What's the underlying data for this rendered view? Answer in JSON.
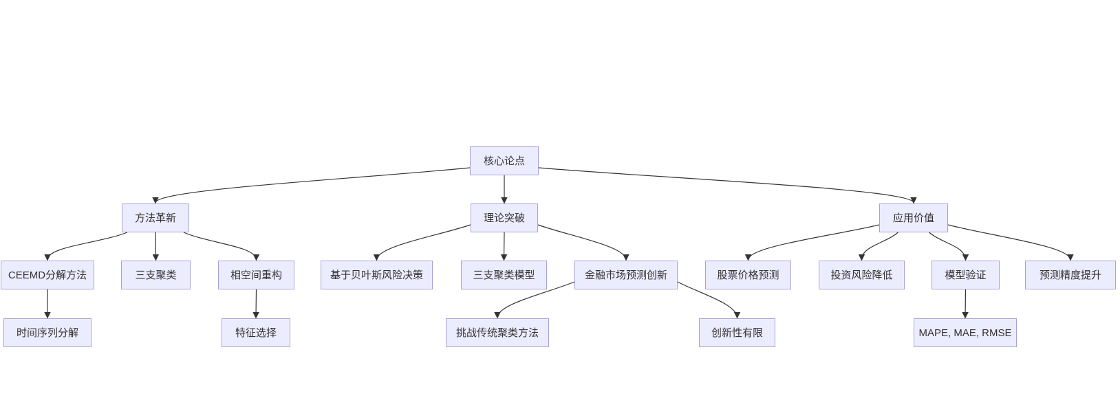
{
  "diagram": {
    "type": "flowchart",
    "background": "#ffffff",
    "node_fill": "#ECECFF",
    "node_border": "#A7A2D6",
    "edge_color": "#333333",
    "text_color": "#333333",
    "nodes": [
      {
        "id": "core",
        "label": "核心论点",
        "level": 1
      },
      {
        "id": "method",
        "label": "方法革新",
        "level": 2
      },
      {
        "id": "theory",
        "label": "理论突破",
        "level": 2
      },
      {
        "id": "value",
        "label": "应用价值",
        "level": 2
      },
      {
        "id": "ceemd",
        "label": "CEEMD分解方法",
        "level": 3
      },
      {
        "id": "three_way",
        "label": "三支聚类",
        "level": 3
      },
      {
        "id": "phase",
        "label": "相空间重构",
        "level": 3
      },
      {
        "id": "bayes",
        "label": "基于贝叶斯风险决策",
        "level": 3
      },
      {
        "id": "twc_model",
        "label": "三支聚类模型",
        "level": 3
      },
      {
        "id": "fin_innov",
        "label": "金融市场预测创新",
        "level": 3
      },
      {
        "id": "stock",
        "label": "股票价格预测",
        "level": 3
      },
      {
        "id": "risk",
        "label": "投资风险降低",
        "level": 3
      },
      {
        "id": "validation",
        "label": "模型验证",
        "level": 3
      },
      {
        "id": "precision",
        "label": "预测精度提升",
        "level": 3
      },
      {
        "id": "ts_decomp",
        "label": "时间序列分解",
        "level": 4
      },
      {
        "id": "feature",
        "label": "特征选择",
        "level": 4
      },
      {
        "id": "challenge",
        "label": "挑战传统聚类方法",
        "level": 4
      },
      {
        "id": "limited",
        "label": "创新性有限",
        "level": 4
      },
      {
        "id": "metrics",
        "label": "MAPE, MAE, RMSE",
        "level": 4
      }
    ],
    "edges": [
      {
        "from": "core",
        "to": "method"
      },
      {
        "from": "core",
        "to": "theory"
      },
      {
        "from": "core",
        "to": "value"
      },
      {
        "from": "method",
        "to": "ceemd"
      },
      {
        "from": "method",
        "to": "three_way"
      },
      {
        "from": "method",
        "to": "phase"
      },
      {
        "from": "theory",
        "to": "bayes"
      },
      {
        "from": "theory",
        "to": "twc_model"
      },
      {
        "from": "theory",
        "to": "fin_innov"
      },
      {
        "from": "value",
        "to": "stock"
      },
      {
        "from": "value",
        "to": "risk"
      },
      {
        "from": "value",
        "to": "validation"
      },
      {
        "from": "value",
        "to": "precision"
      },
      {
        "from": "ceemd",
        "to": "ts_decomp"
      },
      {
        "from": "phase",
        "to": "feature"
      },
      {
        "from": "fin_innov",
        "to": "challenge"
      },
      {
        "from": "fin_innov",
        "to": "limited"
      },
      {
        "from": "validation",
        "to": "metrics"
      }
    ]
  }
}
